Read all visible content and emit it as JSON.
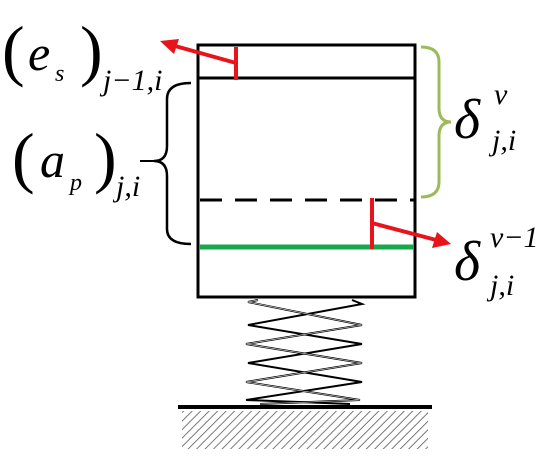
{
  "labels": {
    "es_base": "e",
    "es_sub": "s",
    "es_outer_sub": "j−1,i",
    "ap_base": "a",
    "ap_sub": "p",
    "ap_outer_sub": "j,i",
    "delta_v_symbol": "δ",
    "delta_v_sup": "v",
    "delta_v_sub": "j,i",
    "delta_v1_symbol": "δ",
    "delta_v1_sup": "v−1",
    "delta_v1_sub": "j,i"
  },
  "colors": {
    "outline": "#000000",
    "arrow": "#e8141b",
    "green_line": "#16a84a",
    "brace_green": "#9bbb59",
    "ground_hatch": "#7a7a7a"
  }
}
